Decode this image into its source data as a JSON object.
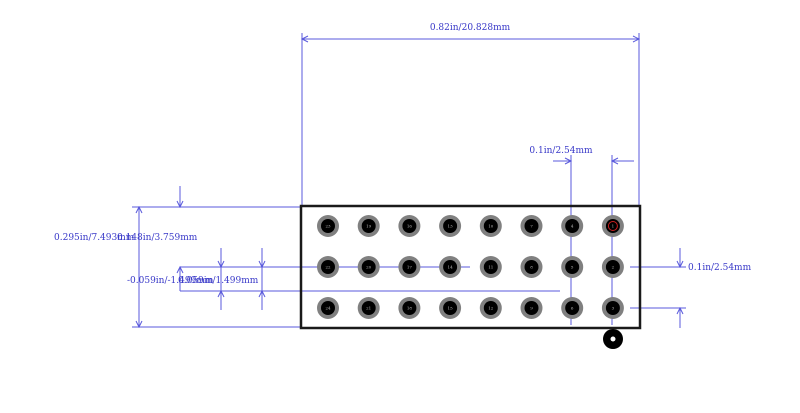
{
  "colors": {
    "dimension": "#5a5adc",
    "dimension_text": "#3838c8",
    "outline": "#1a1a1a",
    "pad_ring": "#808080",
    "pad_hole": "#000000",
    "pin1_marker": "#cc2020"
  },
  "dimensions": {
    "overall_width": "0.82in/20.828mm",
    "pitch_horizontal": "0.1in/2.54mm",
    "overall_height": "0.295in/7.493mm",
    "overlap_height_fragment": "0.148in/3.759mm",
    "row_offset": "-0.059in/-1.499mm",
    "row_offset_fragment": "0.059in/1.499mm",
    "pitch_vertical": "0.1in/2.54mm"
  },
  "grid": {
    "rows": 3,
    "cols": 8
  },
  "pins": [
    [
      "23",
      "19",
      "16",
      "13",
      "10",
      "7",
      "4",
      "1"
    ],
    [
      "22",
      "20",
      "17",
      "14",
      "11",
      "8",
      "5",
      "2"
    ],
    [
      "24",
      "21",
      "18",
      "15",
      "12",
      "9",
      "6",
      "3"
    ]
  ],
  "pin1_indicator_icon": "pin1-dot-icon"
}
